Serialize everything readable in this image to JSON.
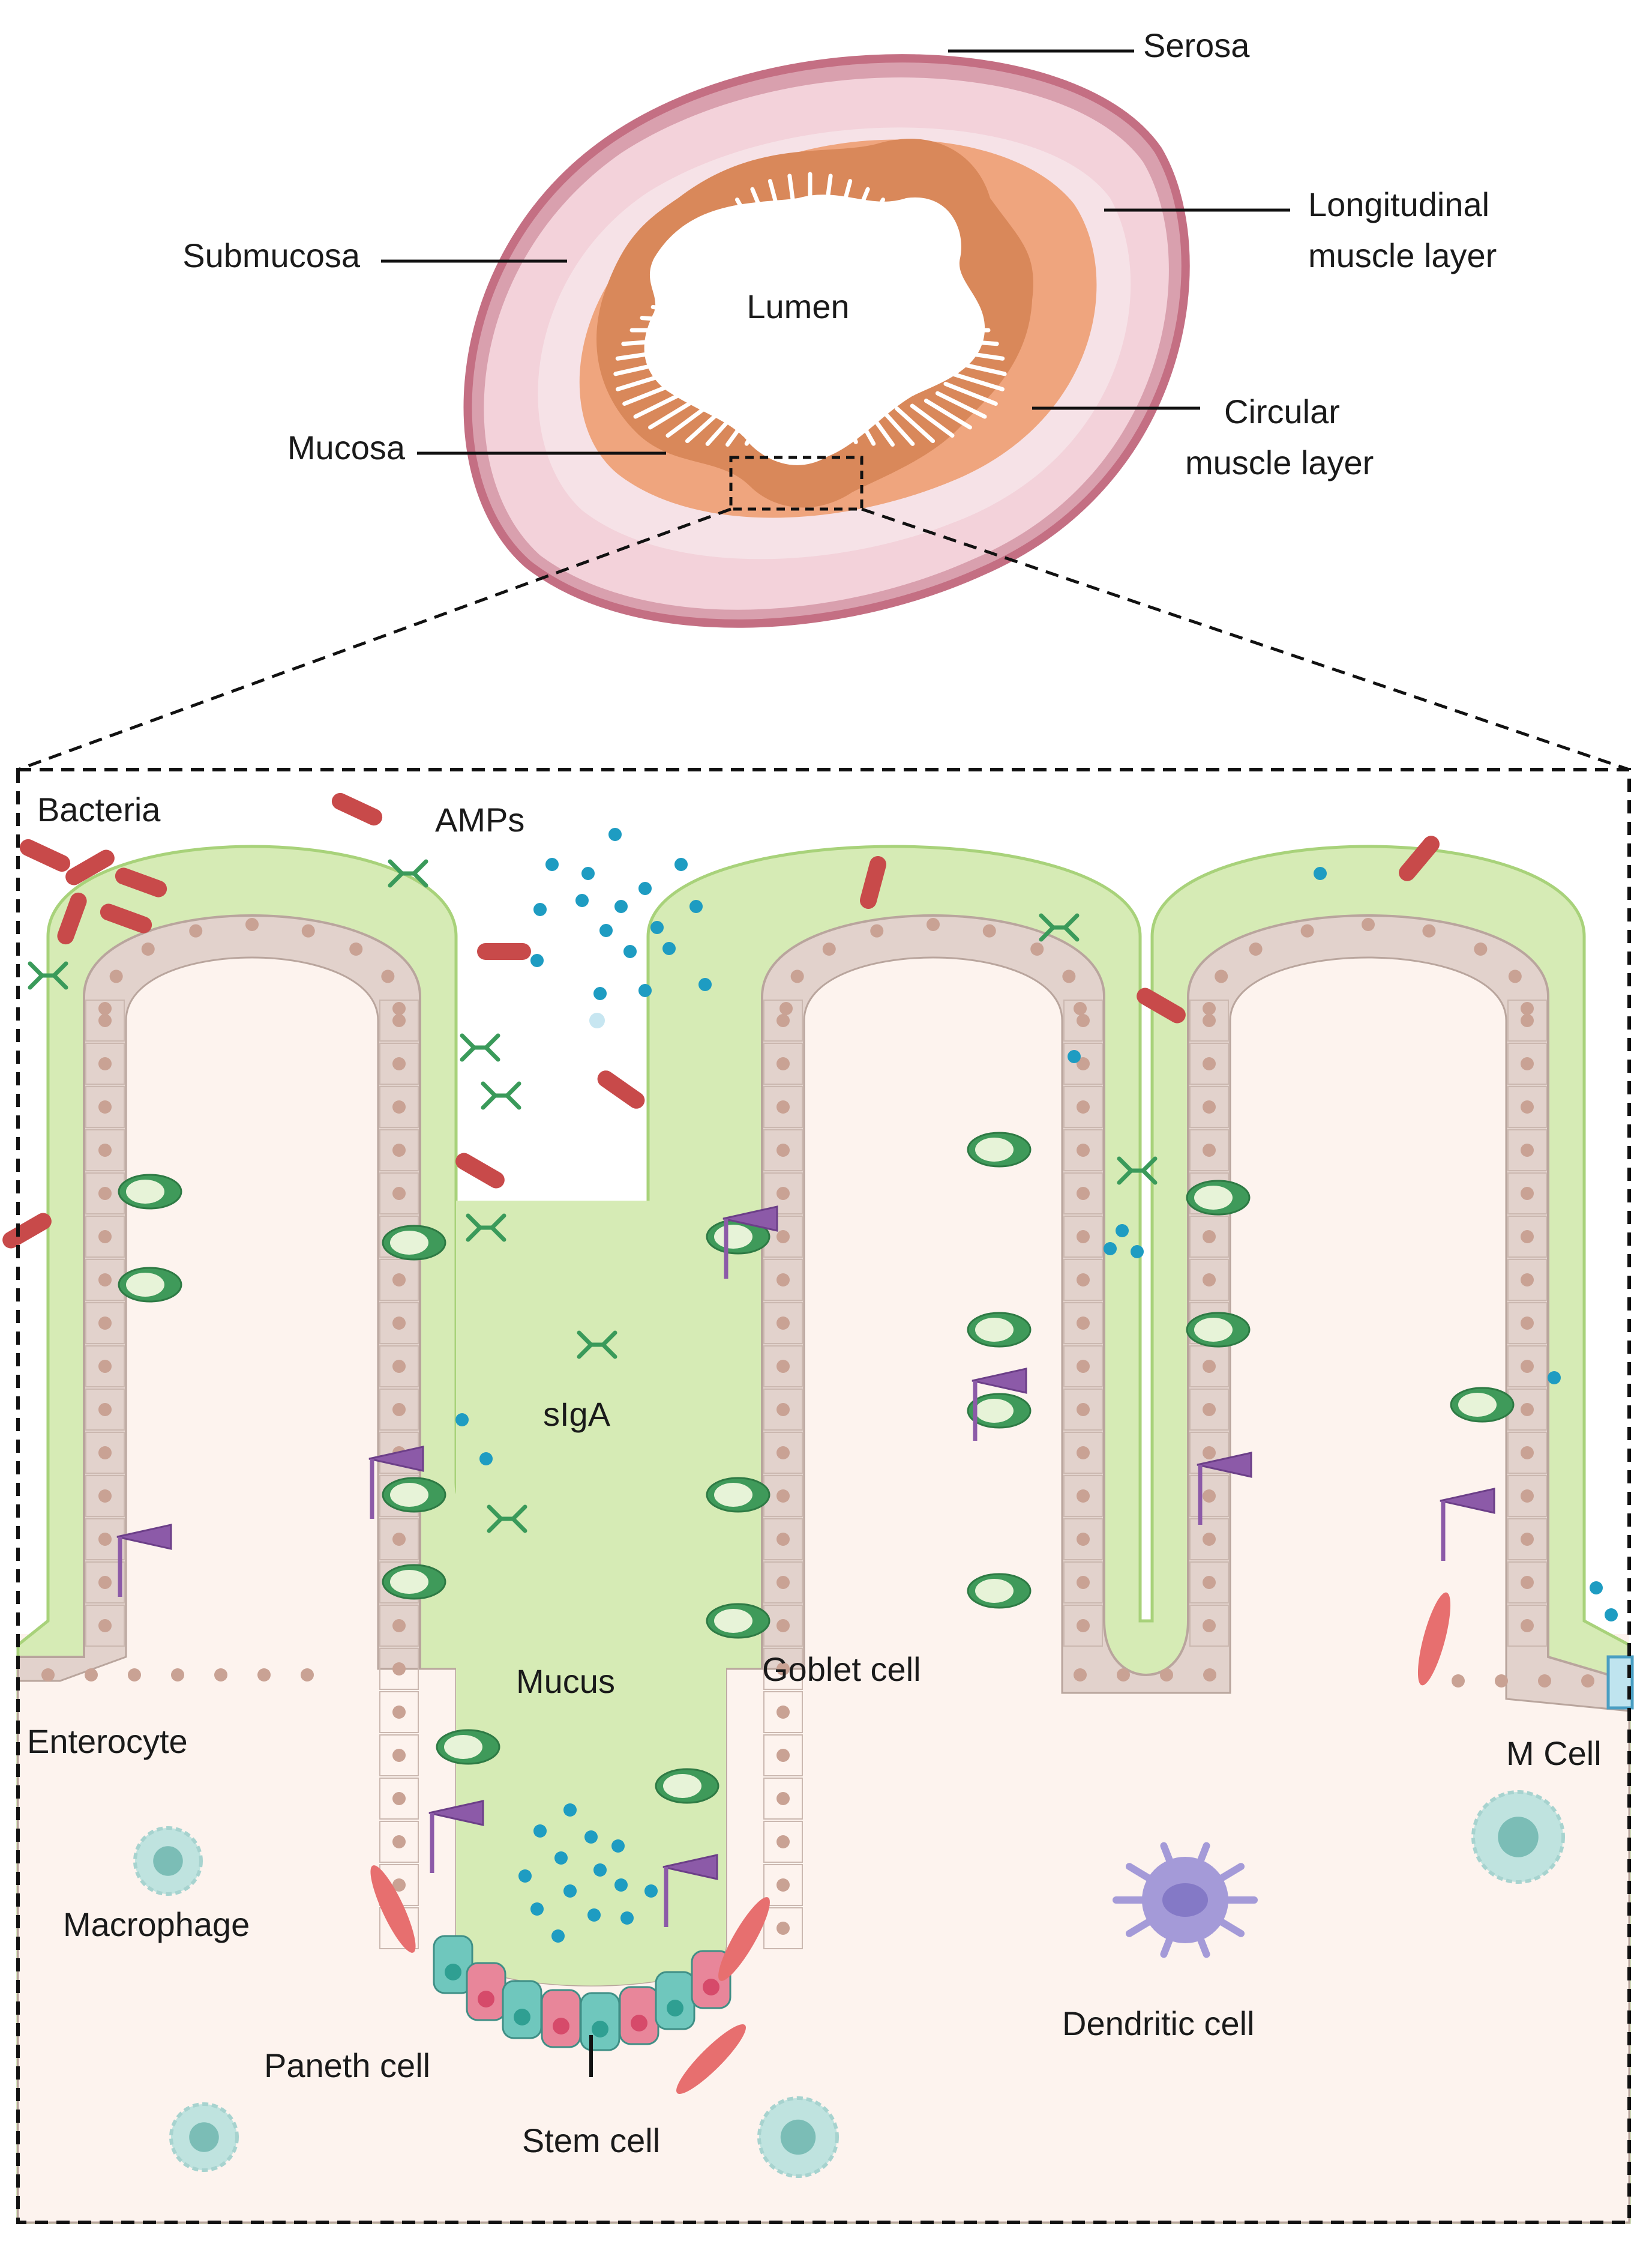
{
  "cross_section": {
    "lumen_label": "Lumen",
    "labels": {
      "serosa": "Serosa",
      "longitudinal_1": "Longitudinal",
      "longitudinal_2": "muscle layer",
      "submucosa": "Submucosa",
      "circular_1": "Circular",
      "circular_2": "muscle layer",
      "mucosa": "Mucosa"
    }
  },
  "detail": {
    "labels": {
      "bacteria": "Bacteria",
      "amps": "AMPs",
      "siga": "sIgA",
      "mucus": "Mucus",
      "goblet": "Goblet cell",
      "enterocyte": "Enterocyte",
      "m_cell": "M Cell",
      "macrophage": "Macrophage",
      "dendritic": "Dendritic cell",
      "paneth": "Paneth cell",
      "stem": "Stem cell"
    }
  },
  "colors": {
    "serosa": "#c97b8b",
    "longitudinal": "#f3d2da",
    "circular": "#f6e2e7",
    "submucosa": "#efa57e",
    "mucosa": "#d9885a",
    "mucus": "#d6ebb5",
    "epithelium": "#e2d2cc",
    "nucleus": "#c9a294",
    "lamina": "#fdf3ee",
    "bacteria": "#c84a4a",
    "amp": "#1e9cc2",
    "siga": "#3a9a5a",
    "goblet": "#3f9a5a",
    "tuft": "#8c5aa8",
    "paneth": "#e8869a",
    "stem": "#6fc7bd",
    "macrophage": "#bfe3df",
    "dendritic": "#a49ad8",
    "fibroblast": "#e76f6f"
  }
}
